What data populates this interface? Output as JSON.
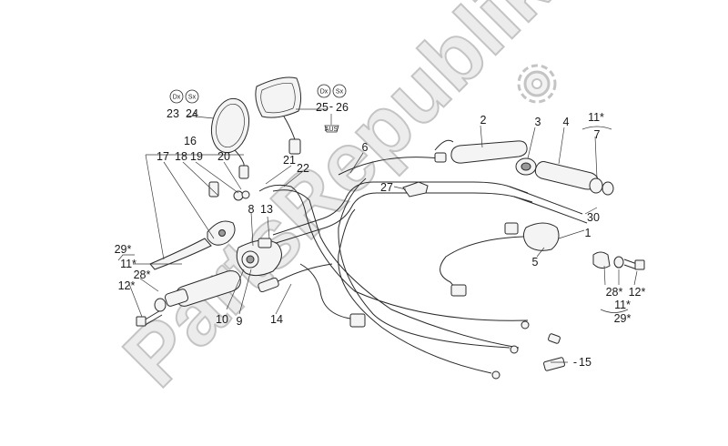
{
  "watermark": "PartsRepublik",
  "badges": {
    "dx": "Dx",
    "sx": "Sx",
    "aus": "AUS"
  },
  "labels": {
    "l1": "1",
    "l2": "2",
    "l3": "3",
    "l4": "4",
    "l5": "5",
    "l6": "6",
    "l7": "7",
    "l8": "8",
    "l9": "9",
    "l10": "10",
    "l11a": "11*",
    "l11b": "11*",
    "l11c": "11*",
    "l12a": "12*",
    "l12b": "12*",
    "l13": "13",
    "l14": "14",
    "l15": "15",
    "l16": "16",
    "l17": "17",
    "l18": "18",
    "l19": "19",
    "l20": "20",
    "l21": "21",
    "l22": "22",
    "l23": "23",
    "l24": "24",
    "l25": "25",
    "l26": "26",
    "l27": "27",
    "l28a": "28*",
    "l28b": "28*",
    "l29a": "29*",
    "l29b": "29*",
    "l30": "30"
  }
}
